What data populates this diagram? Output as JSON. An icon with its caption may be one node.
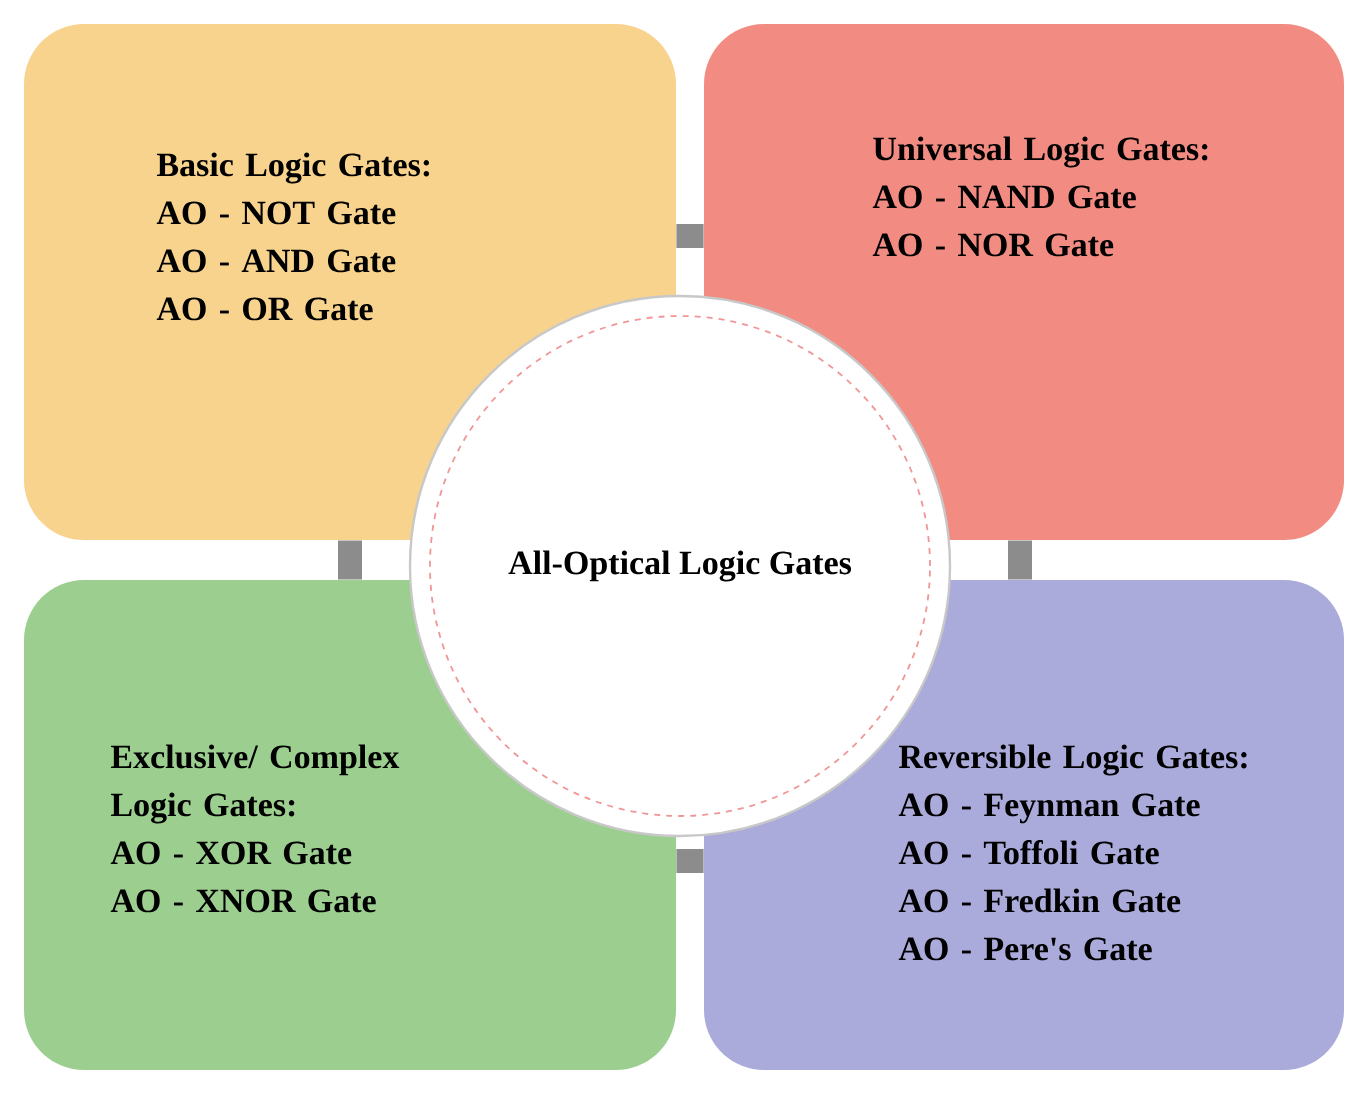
{
  "diagram": {
    "nodes": [
      {
        "text": [
          "Basic Logic Gates:",
          "AO - NOT Gate",
          "AO - AND Gate",
          "AO - OR Gate"
        ]
      },
      {
        "text": [
          "Universal Logic Gates:",
          "AO - NAND Gate",
          "AO - NOR Gate"
        ]
      },
      {
        "text": [
          "Exclusive/ Complex Logic Gates:",
          "AO - XOR Gate",
          "AO - XNOR Gate"
        ]
      },
      {
        "text": [
          "Reversible Logic Gates:",
          "AO - Feynman Gate",
          "AO - Toffoli Gate",
          "AO - Fredkin Gate",
          "AO - Pere's Gate"
        ]
      },
      {
        "text": [
          "All-Optical Logic Gates"
        ]
      }
    ],
    "edges": [
      {
        "from": 0,
        "to": 1,
        "arrow": "none"
      },
      {
        "from": 0,
        "to": 2,
        "arrow": "none"
      },
      {
        "from": 1,
        "to": 3,
        "arrow": "none"
      },
      {
        "from": 2,
        "to": 3,
        "arrow": "none"
      }
    ]
  }
}
